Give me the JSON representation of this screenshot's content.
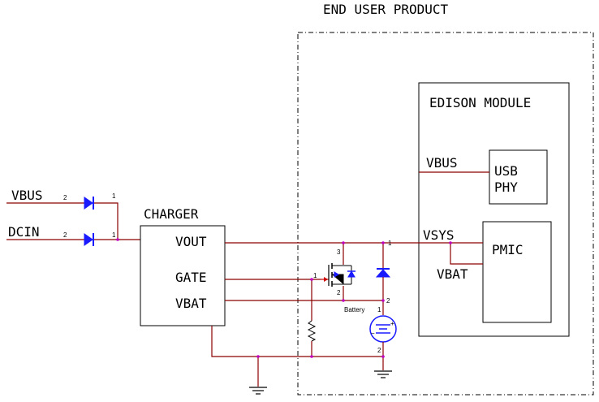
{
  "title": "END USER PRODUCT",
  "edison": {
    "title": "EDISON MODULE",
    "vbus": "VBUS",
    "vsys": "VSYS",
    "vbat": "VBAT",
    "usb_phy": [
      "USB",
      "PHY"
    ],
    "pmic": "PMIC"
  },
  "inputs": {
    "vbus": "VBUS",
    "dcin": "DCIN"
  },
  "charger": {
    "title": "CHARGER",
    "vout": "VOUT",
    "gate": "GATE",
    "vbat": "VBAT"
  },
  "battery_label": "Battery",
  "pin_numbers": {
    "d1_anode": "2",
    "d1_cathode": "1",
    "d2_anode": "2",
    "d2_cathode": "1",
    "fet_drain": "3",
    "fet_gate": "1",
    "fet_source": "2",
    "vsys_pin": "1",
    "vbat_pin": "2",
    "batt_pos": "1",
    "batt_neg": "2"
  },
  "colors": {
    "wire": "#8b0000",
    "diode": "#1a1aff",
    "outline": "#000000"
  }
}
